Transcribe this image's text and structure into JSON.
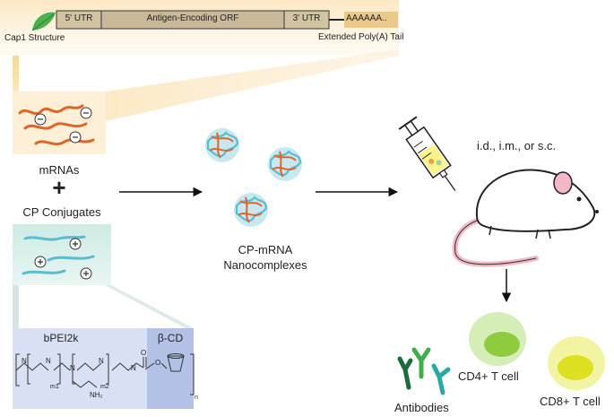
{
  "mrna_construct": {
    "utr5": "5' UTR",
    "orf": "Antigen-Encoding ORF",
    "utr3": "3' UTR",
    "polya": "AAAAAA..",
    "cap_label": "Cap1 Structure",
    "tail_label": "Extended Poly(A) Tail"
  },
  "left_panel": {
    "mrnas_label": "mRNAs",
    "plus_symbol": "+",
    "conjugates_label": "CP Conjugates"
  },
  "chemistry": {
    "bpei_label": "bPEI2k",
    "bcd_label": "β-CD",
    "m1": "m1",
    "m2": "m2",
    "n": "n",
    "nh2": "NH₂",
    "o": "O"
  },
  "nanocomplex": {
    "label_line1": "CP-mRNA",
    "label_line2": "Nanocomplexes"
  },
  "injection": {
    "route_label": "i.d., i.m., or s.c."
  },
  "outputs": {
    "antibodies_label": "Antibodies",
    "cd4_label": "CD4+ T cell",
    "cd8_label": "CD8+ T cell"
  },
  "colors": {
    "mrna": "#e0642a",
    "polymer": "#5bbccf",
    "utr_box": "#d2c4a0",
    "orf_box": "#c9b999",
    "polya_box": "#ecc98a",
    "cap_leaf": "#4bb04d",
    "bpei_bg": "#d8e0f4",
    "bcd_bg": "#b3c1e6",
    "cd4_outer": "#d5edb6",
    "cd4_inner": "#8ecb3f",
    "cd8_outer": "#f2f4a4",
    "cd8_inner": "#dde020",
    "antibody_dark": "#1c6b3c",
    "antibody_mid": "#3fae4c",
    "antibody_teal": "#2aa9a4",
    "mouse_ear": "#f3b8c5",
    "syringe_fill": "#f7f06a"
  }
}
